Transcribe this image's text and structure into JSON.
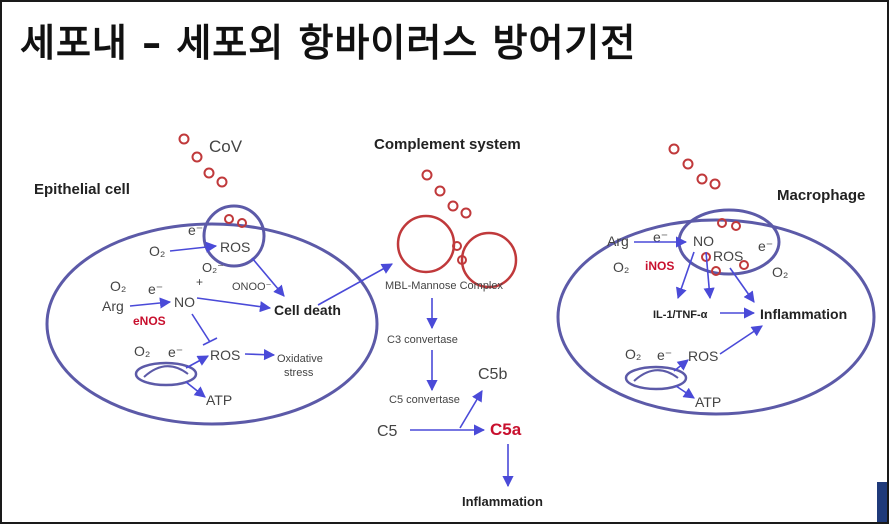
{
  "title": "세포내 – 세포외 항바이러스 방어기전",
  "labels": {
    "cov": "CoV",
    "complement_system": "Complement system",
    "epithelial_cell": "Epithelial cell",
    "macrophage": "Macrophage",
    "epi_e_top": "e⁻",
    "epi_o2_a": "O₂",
    "epi_ros_top": "ROS",
    "epi_o2minus": "O₂⁻",
    "epi_plus": "+",
    "epi_onoo": "ONOO⁻",
    "epi_o2_b": "O₂",
    "epi_e_mid": "e⁻",
    "epi_arg": "Arg",
    "epi_no": "NO",
    "epi_enos": "eNOS",
    "epi_cell_death": "Cell death",
    "epi_o2_c": "O₂",
    "epi_e_low": "e⁻",
    "epi_ros_low": "ROS",
    "epi_oxidative": "Oxidative",
    "epi_stress": "stress",
    "epi_atp": "ATP",
    "mbl_complex": "MBL-Mannose Complex",
    "c3_convertase": "C3 convertase",
    "c5_convertase": "C5 convertase",
    "c5b": "C5b",
    "c5": "C5",
    "c5a": "C5a",
    "inflammation_center": "Inflammation",
    "mac_arg": "Arg",
    "mac_e_top": "e⁻",
    "mac_no": "NO",
    "mac_ros": "ROS",
    "mac_e_right": "e⁻",
    "mac_o2_left": "O₂",
    "mac_inos": "iNOS",
    "mac_o2_right": "O₂",
    "mac_il1_tnf": "IL-1/TNF-α",
    "mac_inflammation": "Inflammation",
    "mac_o2_low": "O₂",
    "mac_e_low": "e⁻",
    "mac_ros_low": "ROS",
    "mac_atp": "ATP"
  },
  "colors": {
    "membrane": "#5c5aa8",
    "arrow": "#4a4ad8",
    "virus": "#c0393b",
    "highlight_red": "#c8102e"
  }
}
